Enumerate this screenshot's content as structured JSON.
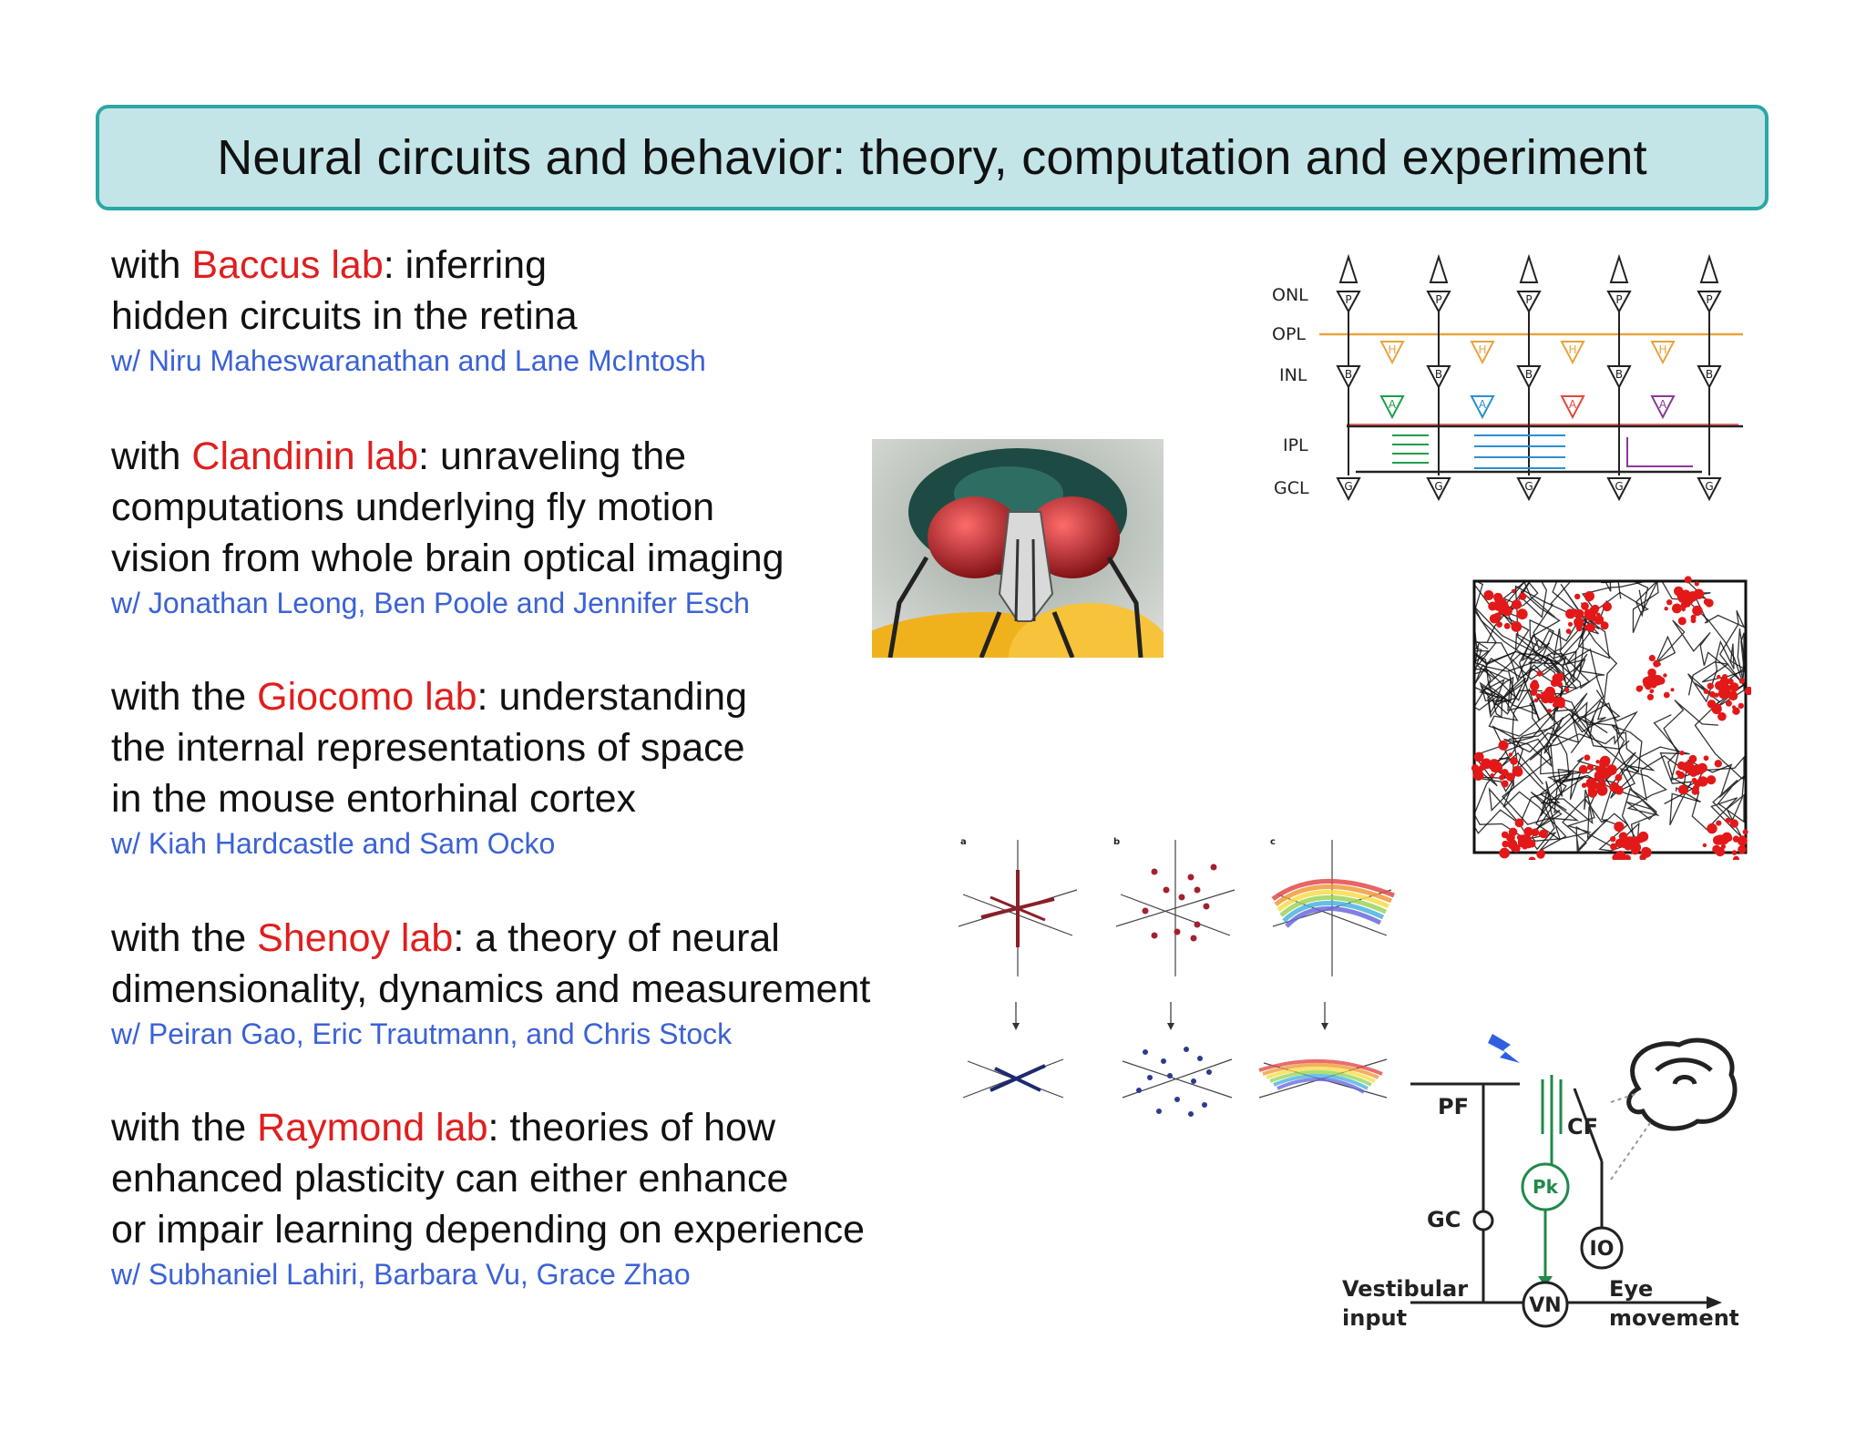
{
  "title": "Neural circuits and behavior: theory, computation and experiment",
  "projects": [
    {
      "prefix": "with ",
      "lab": "Baccus lab",
      "lines": [
        ":  inferring",
        "hidden circuits in the retina"
      ],
      "collaborators": "w/ Niru Maheswaranathan and Lane McIntosh"
    },
    {
      "prefix": "with ",
      "lab": "Clandinin lab",
      "lines": [
        ": unraveling the",
        "computations underlying fly motion",
        "vision from whole brain optical imaging"
      ],
      "collaborators": "w/ Jonathan Leong, Ben Poole and Jennifer Esch"
    },
    {
      "prefix": "with the ",
      "lab": "Giocomo lab",
      "lines": [
        ": understanding",
        "the internal representations of space",
        "in the mouse entorhinal cortex"
      ],
      "collaborators": "w/ Kiah Hardcastle and Sam Ocko"
    },
    {
      "prefix": "with the ",
      "lab": "Shenoy lab",
      "lines": [
        ": a theory of neural",
        "dimensionality, dynamics and measurement"
      ],
      "collaborators": "w/ Peiran Gao, Eric Trautmann, and Chris Stock"
    },
    {
      "prefix": "with the ",
      "lab": "Raymond lab",
      "lines": [
        ": theories of how",
        "enhanced plasticity can either enhance",
        "or impair learning depending on experience"
      ],
      "collaborators": "w/ Subhaniel Lahiri, Barbara Vu, Grace Zhao"
    }
  ],
  "retina_diagram": {
    "layers": [
      "ONL",
      "OPL",
      "INL",
      "IPL",
      "GCL"
    ],
    "photoreceptor": "P",
    "horizontal": "H",
    "bipolar": "B",
    "amacrine": "A",
    "ganglion": "G",
    "colors": {
      "horizontal": "#e8a33c",
      "amacrine_green": "#1e9e4a",
      "amacrine_blue": "#2b8fd0",
      "amacrine_red": "#e0473b",
      "amacrine_purple": "#8a3a96"
    }
  },
  "dimensionality_panels": [
    "a",
    "b",
    "c"
  ],
  "cerebellum_diagram": {
    "labels": {
      "pf": "PF",
      "cf": "CF",
      "pk": "Pk",
      "gc": "GC",
      "io": "IO",
      "vn": "VN"
    },
    "input_label": [
      "Vestibular",
      "input"
    ],
    "output_label": [
      "Eye",
      "movement"
    ],
    "colors": {
      "purkinje": "#1f8a4a",
      "stimulus": "#2f5fe0"
    }
  },
  "colors": {
    "title_bg": "#c3e5e7",
    "title_border": "#2aa7a6",
    "lab": "#e01e1e",
    "collaborators": "#3b62d6"
  }
}
